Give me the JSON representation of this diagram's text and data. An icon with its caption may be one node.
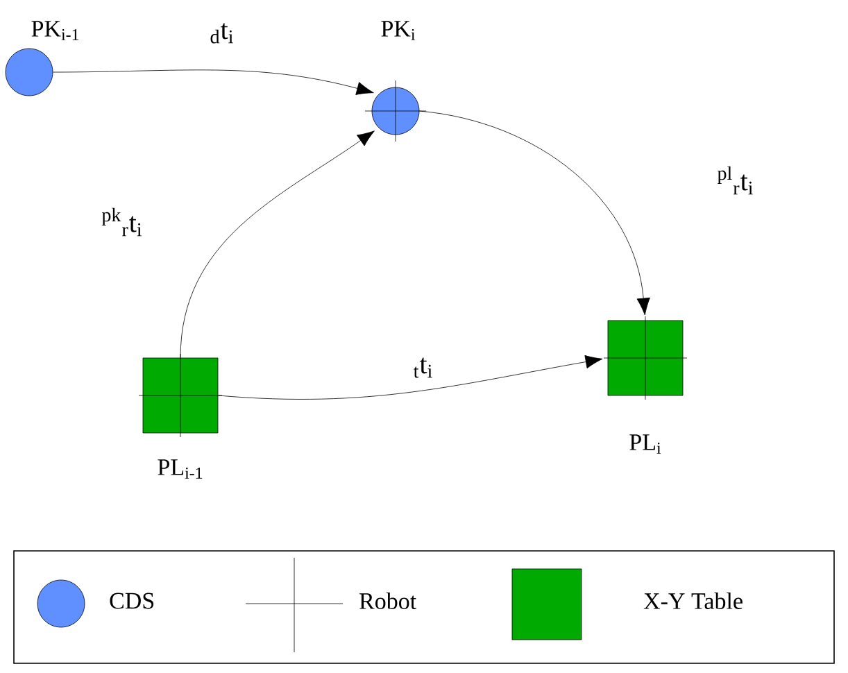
{
  "diagram": {
    "nodes": [
      {
        "text": [
          "PK$_{i-1}$"
        ]
      },
      {
        "text": [
          "PK$_{i}$"
        ]
      },
      {
        "text": [
          "PL$_{i-1}$"
        ]
      },
      {
        "text": [
          "PL$_{i}$"
        ]
      }
    ],
    "edges": [
      {
        "from": 0,
        "to": 1,
        "arrow": "to",
        "label": "$_{d}$t$_{i}$"
      },
      {
        "from": 2,
        "to": 1,
        "arrow": "to",
        "label": "$^{pk}$$_{r}$t$_{i}$"
      },
      {
        "from": 1,
        "to": 3,
        "arrow": "to",
        "label": "$^{pl}$$_{r}$t$_{i}$"
      },
      {
        "from": 2,
        "to": 3,
        "arrow": "to",
        "label": "$_{t}$t$_{i}$"
      }
    ],
    "legend": [
      {
        "text": "CDS",
        "color": "#6090ff"
      },
      {
        "text": "Robot"
      },
      {
        "text": "X-Y Table",
        "color": "#00aa00"
      }
    ]
  }
}
